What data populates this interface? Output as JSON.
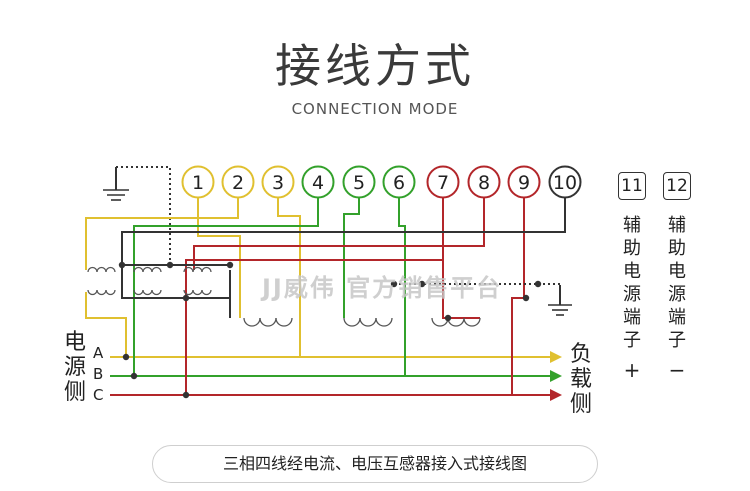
{
  "title": "接线方式",
  "subtitle": "CONNECTION MODE",
  "terminals": [
    {
      "label": "1",
      "color": "#e0c030"
    },
    {
      "label": "2",
      "color": "#e0c030"
    },
    {
      "label": "3",
      "color": "#e0c030"
    },
    {
      "label": "4",
      "color": "#33a12b"
    },
    {
      "label": "5",
      "color": "#33a12b"
    },
    {
      "label": "6",
      "color": "#33a12b"
    },
    {
      "label": "7",
      "color": "#b3262a"
    },
    {
      "label": "8",
      "color": "#b3262a"
    },
    {
      "label": "9",
      "color": "#b3262a"
    },
    {
      "label": "10",
      "color": "#333333"
    }
  ],
  "aux_terminals": [
    {
      "label": "11",
      "text": [
        "辅",
        "助",
        "电",
        "源",
        "端",
        "子"
      ],
      "sign": "+"
    },
    {
      "label": "12",
      "text": [
        "辅",
        "助",
        "电",
        "源",
        "端",
        "子"
      ],
      "sign": "−"
    }
  ],
  "source_label": [
    "电",
    "源",
    "侧"
  ],
  "load_label": [
    "负",
    "载",
    "侧"
  ],
  "phases": [
    {
      "label": "A",
      "color": "#e0c030"
    },
    {
      "label": "B",
      "color": "#33a12b"
    },
    {
      "label": "C",
      "color": "#b3262a"
    }
  ],
  "caption": "三相四线经电流、电压互感器接入式接线图",
  "watermark": "JJ威伟 官方销售平台",
  "colors": {
    "yellow": "#e0c030",
    "green": "#33a12b",
    "red": "#b3262a",
    "black": "#333333"
  }
}
